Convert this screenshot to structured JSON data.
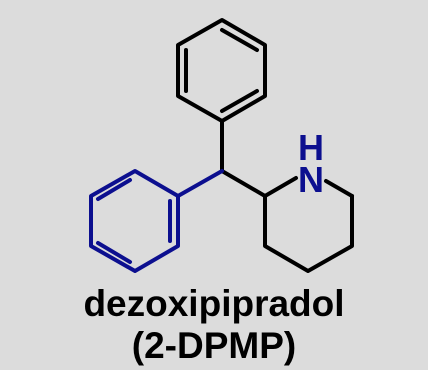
{
  "molecule": {
    "atom_labels": {
      "nitrogen_h": "H",
      "nitrogen": "N"
    },
    "colors": {
      "background": "#dcdcdc",
      "highlight": "#0c0f8f",
      "default": "#000000"
    }
  },
  "caption": {
    "name": "dezoxipipradol",
    "abbreviation": "(2-DPMP)"
  }
}
